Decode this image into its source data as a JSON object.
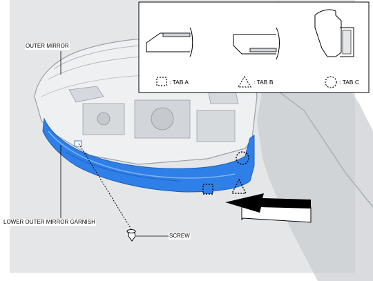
{
  "labels": {
    "outer_mirror": "OUTER MIRROR",
    "lower_garnish": "LOWER OUTER MIRROR GARNISH",
    "screw": "SCREW"
  },
  "legend": {
    "tab_a": ": TAB A",
    "tab_b": ": TAB B",
    "tab_c": ": TAB C"
  },
  "colors": {
    "highlight_part": "#2f7fe8",
    "background_shading": "#e3e5e7",
    "arrow_fill": "#000000"
  }
}
